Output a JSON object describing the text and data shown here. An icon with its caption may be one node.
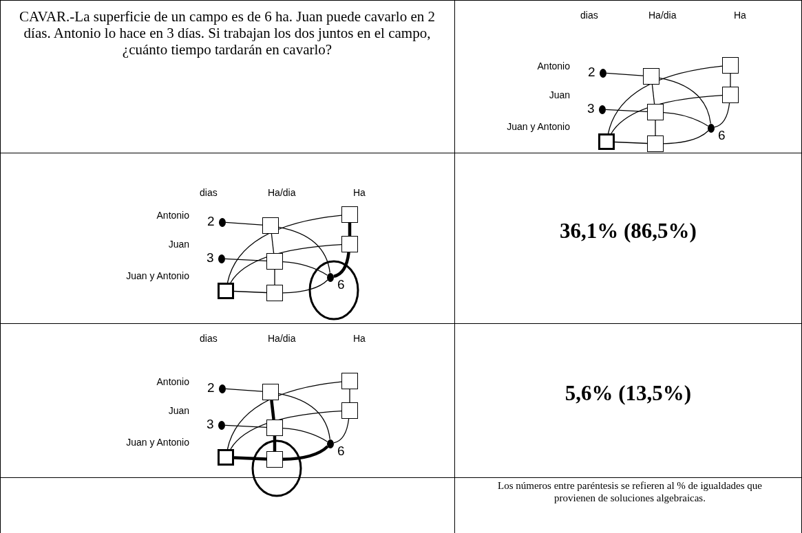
{
  "diagram": {
    "nodes": [
      {
        "text": [],
        "shape": "circle",
        "beside": [
          "2"
        ]
      },
      {
        "text": [],
        "shape": "box"
      },
      {
        "text": [],
        "shape": "box"
      },
      {
        "text": [],
        "shape": "circle",
        "beside": [
          "3"
        ]
      },
      {
        "text": [],
        "shape": "box"
      },
      {
        "text": [],
        "shape": "box"
      },
      {
        "text": [],
        "shape": "circle",
        "beside": [
          "6"
        ]
      },
      {
        "text": [],
        "shape": "box"
      },
      {
        "text": [],
        "shape": "box"
      },
      {
        "text": [],
        "shape": "circle",
        "beside": [
          "2"
        ]
      },
      {
        "text": [],
        "shape": "box"
      },
      {
        "text": [],
        "shape": "box"
      },
      {
        "text": [],
        "shape": "circle",
        "beside": [
          "3"
        ]
      },
      {
        "text": [],
        "shape": "box"
      },
      {
        "text": [],
        "shape": "box"
      },
      {
        "text": [],
        "shape": "circle",
        "beside": [
          "6"
        ]
      },
      {
        "text": [],
        "shape": "box"
      },
      {
        "text": [],
        "shape": "box"
      },
      {
        "text": [],
        "shape": "circle",
        "beside": [
          "2"
        ]
      },
      {
        "text": [],
        "shape": "box"
      },
      {
        "text": [],
        "shape": "box"
      },
      {
        "text": [],
        "shape": "circle",
        "beside": [
          "3"
        ]
      },
      {
        "text": [],
        "shape": "box"
      },
      {
        "text": [],
        "shape": "box"
      },
      {
        "text": [],
        "shape": "circle",
        "beside": [
          "6"
        ]
      },
      {
        "text": [],
        "shape": "box"
      },
      {
        "text": [],
        "shape": "box"
      }
    ],
    "edges": [
      {
        "from": 0,
        "to": 1,
        "arrow": "none"
      },
      {
        "from": 1,
        "to": 4,
        "arrow": "none"
      },
      {
        "from": 1,
        "to": 6,
        "arrow": "none"
      },
      {
        "from": 2,
        "to": 7,
        "arrow": "none"
      },
      {
        "from": 2,
        "to": 5,
        "arrow": "none"
      },
      {
        "from": 3,
        "to": 4,
        "arrow": "none"
      },
      {
        "from": 4,
        "to": 6,
        "arrow": "none"
      },
      {
        "from": 4,
        "to": 8,
        "arrow": "none"
      },
      {
        "from": 5,
        "to": 7,
        "arrow": "none"
      },
      {
        "from": 5,
        "to": 6,
        "arrow": "none"
      },
      {
        "from": 7,
        "to": 8,
        "arrow": "none"
      },
      {
        "from": 8,
        "to": 6,
        "arrow": "none"
      },
      {
        "from": 9,
        "to": 10,
        "arrow": "none"
      },
      {
        "from": 10,
        "to": 13,
        "arrow": "none"
      },
      {
        "from": 10,
        "to": 15,
        "arrow": "none"
      },
      {
        "from": 11,
        "to": 16,
        "arrow": "none"
      },
      {
        "from": 11,
        "to": 14,
        "arrow": "none",
        "style": "thick"
      },
      {
        "from": 12,
        "to": 13,
        "arrow": "none"
      },
      {
        "from": 13,
        "to": 15,
        "arrow": "none"
      },
      {
        "from": 13,
        "to": 17,
        "arrow": "none"
      },
      {
        "from": 14,
        "to": 16,
        "arrow": "none"
      },
      {
        "from": 14,
        "to": 15,
        "arrow": "none",
        "style": "thick"
      },
      {
        "from": 16,
        "to": 17,
        "arrow": "none"
      },
      {
        "from": 17,
        "to": 15,
        "arrow": "none"
      },
      {
        "from": 18,
        "to": 19,
        "arrow": "none"
      },
      {
        "from": 19,
        "to": 22,
        "arrow": "none",
        "style": "thick"
      },
      {
        "from": 19,
        "to": 24,
        "arrow": "none"
      },
      {
        "from": 20,
        "to": 25,
        "arrow": "none"
      },
      {
        "from": 20,
        "to": 23,
        "arrow": "none"
      },
      {
        "from": 21,
        "to": 22,
        "arrow": "none"
      },
      {
        "from": 22,
        "to": 24,
        "arrow": "none"
      },
      {
        "from": 22,
        "to": 26,
        "arrow": "none",
        "style": "thick"
      },
      {
        "from": 23,
        "to": 25,
        "arrow": "none"
      },
      {
        "from": 23,
        "to": 24,
        "arrow": "none"
      },
      {
        "from": 25,
        "to": 26,
        "arrow": "none",
        "style": "thick"
      },
      {
        "from": 26,
        "to": 24,
        "arrow": "none",
        "style": "thick"
      }
    ],
    "labels": [
      "CAVAR.-La superficie de un campo es de 6 ha. Juan puede cavarlo en 2 días. Antonio lo hace en 3 días. Si trabajan los dos juntos en el campo, ¿cuánto tiempo tardarán en cavarlo?",
      "dias",
      "Ha/dia",
      "Ha",
      "Antonio",
      "Juan",
      "Juan y Antonio",
      "dias",
      "Ha/dia",
      "Ha",
      "Antonio",
      "Juan",
      "Juan y Antonio",
      "36,1% (86,5%)",
      "dias",
      "Ha/dia",
      "Ha",
      "Antonio",
      "Juan",
      "Juan y Antonio",
      "5,6% (13,5%)",
      "Los números entre paréntesis se refieren al % de igualdades que provienen de soluciones algebraicas."
    ]
  }
}
